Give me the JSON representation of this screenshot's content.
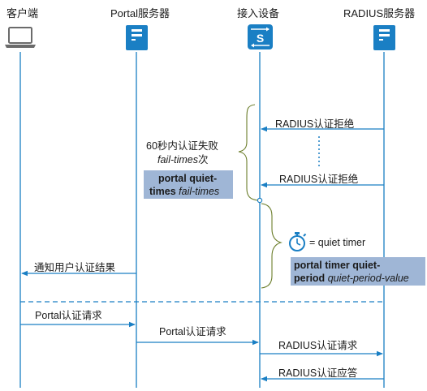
{
  "participants": [
    "客户端",
    "Portal服务器",
    "接入设备",
    "RADIUS服务器"
  ],
  "messages": {
    "radius_reject_1": "RADIUS认证拒绝",
    "radius_reject_2": "RADIUS认证拒绝",
    "notify_result": "通知用户认证结果",
    "portal_req_client": "Portal认证请求",
    "portal_req_server": "Portal认证请求",
    "radius_request": "RADIUS认证请求",
    "radius_response": "RADIUS认证应答"
  },
  "fail_note": {
    "line1": "60秒内认证失败",
    "line2_italic": "fail-times",
    "line2_suffix": "次"
  },
  "cmd_fail": {
    "bold1": "portal quiet-",
    "bold2": "times",
    "italic": "fail-times"
  },
  "timer_note": "= quiet timer",
  "cmd_period": {
    "bold1": "portal timer quiet-",
    "bold2": "period",
    "italic": "quiet-period-value"
  },
  "colors": {
    "lifeline": "#1a7fc4",
    "arrow": "#1a7fc4",
    "brace": "#6b7d2a",
    "cmd_box": "#9fb6d6",
    "divider": "#1a7fc4"
  },
  "icons": [
    "laptop-icon",
    "server-icon",
    "switch-icon",
    "server-icon",
    "stopwatch-icon"
  ]
}
